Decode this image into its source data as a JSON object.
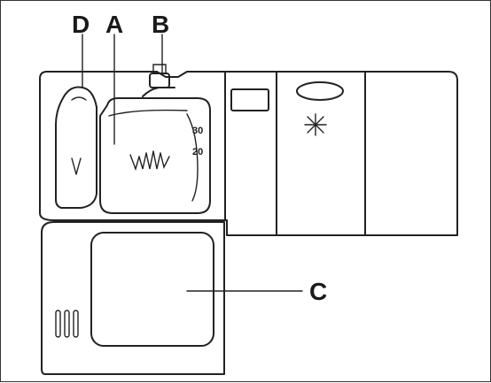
{
  "labels": {
    "D": "D",
    "A": "A",
    "B": "B",
    "C": "C"
  },
  "markings": {
    "level_30": "30",
    "level_20": "20"
  },
  "colors": {
    "line": "#222222",
    "background": "#ffffff"
  }
}
